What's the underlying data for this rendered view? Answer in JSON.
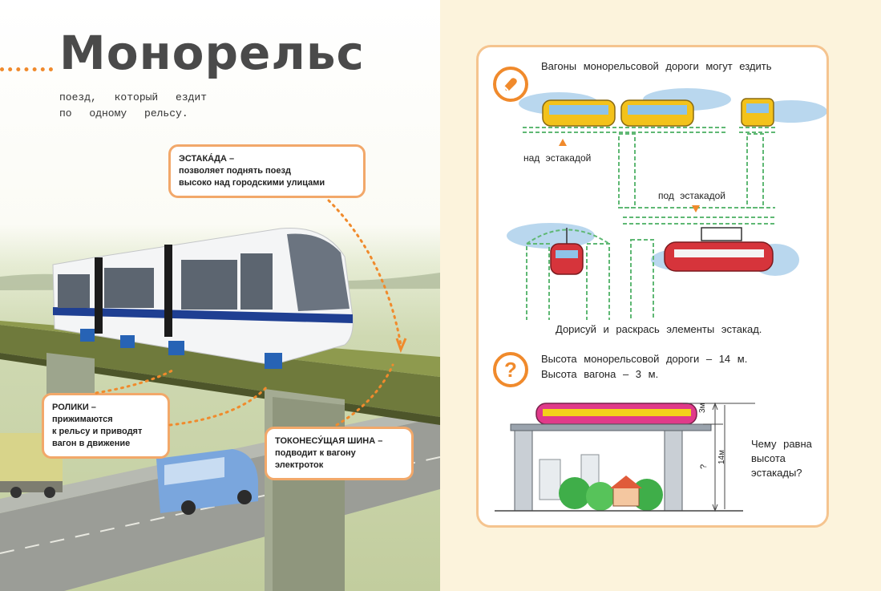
{
  "left_page": {
    "title": "Монорельс",
    "subtitle_line1": "поезд, который ездит",
    "subtitle_line2": "по одному рельсу.",
    "callouts": {
      "estakada": {
        "heading": "ЭСТАКА́ДА –",
        "line1": "позволяет поднять поезд",
        "line2": "высоко над городскими улицами"
      },
      "roliki": {
        "heading": "РОЛИКИ –",
        "line1": "прижимаются",
        "line2": "к рельсу и приводят",
        "line3": "вагон в движение"
      },
      "shina": {
        "heading": "ТОКОНЕСУ́ЩАЯ ШИНА –",
        "line1": "подводит к вагону",
        "line2": "электроток"
      }
    }
  },
  "right_page": {
    "task1": {
      "text": "Вагоны монорельсовой дороги могут ездить",
      "label_over": "над эстакадой",
      "label_under": "под эстакадой",
      "instruction": "Дорисуй и раскрась элементы эстакад."
    },
    "task2": {
      "badge": "?",
      "line1": "Высота монорельсовой дороги – 14 м.",
      "line2": "Высота вагона – 3 м.",
      "dim_top": "3м",
      "dim_total": "14м",
      "dim_unknown": "?",
      "question_line1": "Чему равна",
      "question_line2": "высота",
      "question_line3": "эстакады?"
    }
  },
  "colors": {
    "accent": "#f08a2c",
    "card_border": "#f5c48f",
    "title": "#4a4a4a",
    "train_yellow": "#f3c21b",
    "train_red": "#d6343b"
  },
  "icons": {
    "task1_badge": "eraser-icon",
    "task2_badge": "question-icon"
  }
}
